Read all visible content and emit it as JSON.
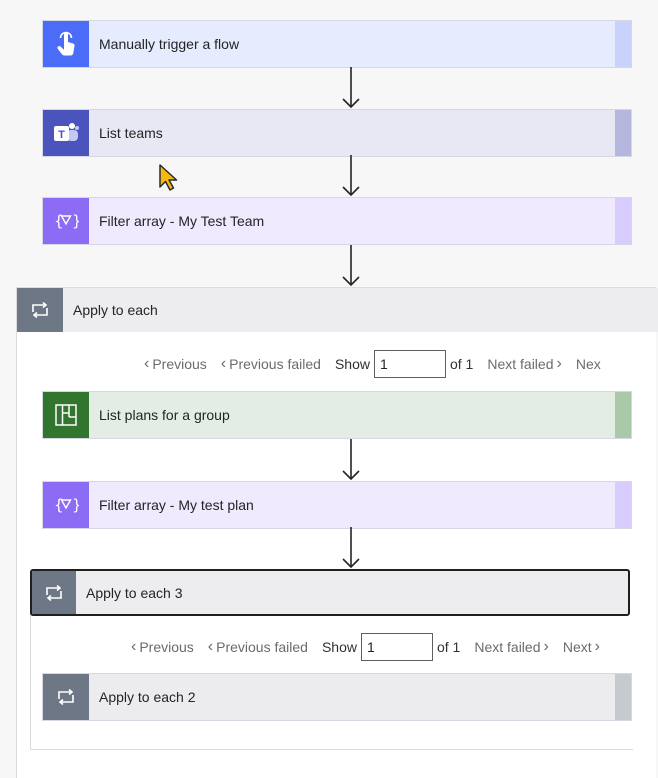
{
  "steps": {
    "manual_trigger": {
      "label": "Manually trigger a flow",
      "icon": "touch-trigger-icon",
      "color": "#4a6cf7"
    },
    "list_teams": {
      "label": "List teams",
      "icon": "teams-icon",
      "color": "#4b53bc"
    },
    "filter_team": {
      "label": "Filter array - My Test Team",
      "icon": "filter-array-icon",
      "color": "#8c6cf5"
    },
    "list_plans": {
      "label": "List plans for a group",
      "icon": "planner-icon",
      "color": "#31752f"
    },
    "filter_plan": {
      "label": "Filter array - My test plan",
      "icon": "filter-array-icon",
      "color": "#8c6cf5"
    },
    "apply_each_2": {
      "label": "Apply to each 2",
      "icon": "loop-icon",
      "color": "#6e7786"
    }
  },
  "loops": {
    "outer": {
      "label": "Apply to each",
      "icon": "loop-icon"
    },
    "inner": {
      "label": "Apply to each 3",
      "icon": "loop-icon"
    }
  },
  "pager_outer": {
    "previous": "Previous",
    "previous_failed": "Previous failed",
    "show": "Show",
    "value": "1",
    "of": "of 1",
    "next_failed": "Next failed",
    "next": "Nex"
  },
  "pager_inner": {
    "previous": "Previous",
    "previous_failed": "Previous failed",
    "show": "Show",
    "value": "1",
    "of": "of 1",
    "next_failed": "Next failed",
    "next": "Next"
  }
}
